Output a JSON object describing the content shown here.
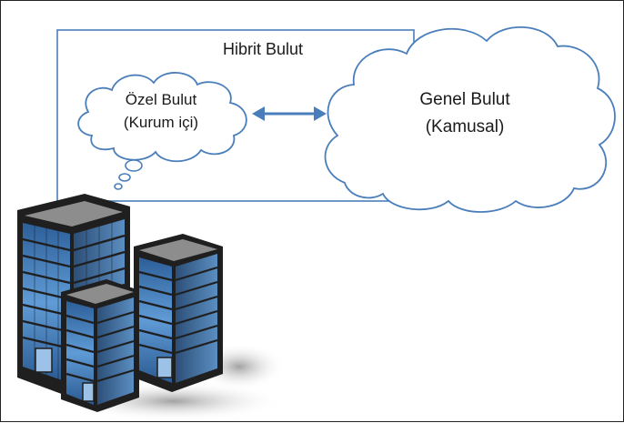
{
  "diagram": {
    "hybrid_cloud_label": "Hibrit Bulut",
    "private_cloud": {
      "title": "Özel Bulut",
      "subtitle": "(Kurum içi)"
    },
    "public_cloud": {
      "title": "Genel Bulut",
      "subtitle": "(Kamusal)"
    },
    "colors": {
      "outline": "#4a7ebb",
      "cloud_fill": "#ffffff",
      "arrow": "#4a7ebb",
      "building_glass": "#3f77b6",
      "building_frame": "#1f1f1f",
      "building_side": "#9a9a9a"
    },
    "icons": [
      "private-cloud-shape",
      "public-cloud-shape",
      "thought-bubble-icon",
      "bidirectional-arrow-icon",
      "server-buildings-icon"
    ]
  }
}
